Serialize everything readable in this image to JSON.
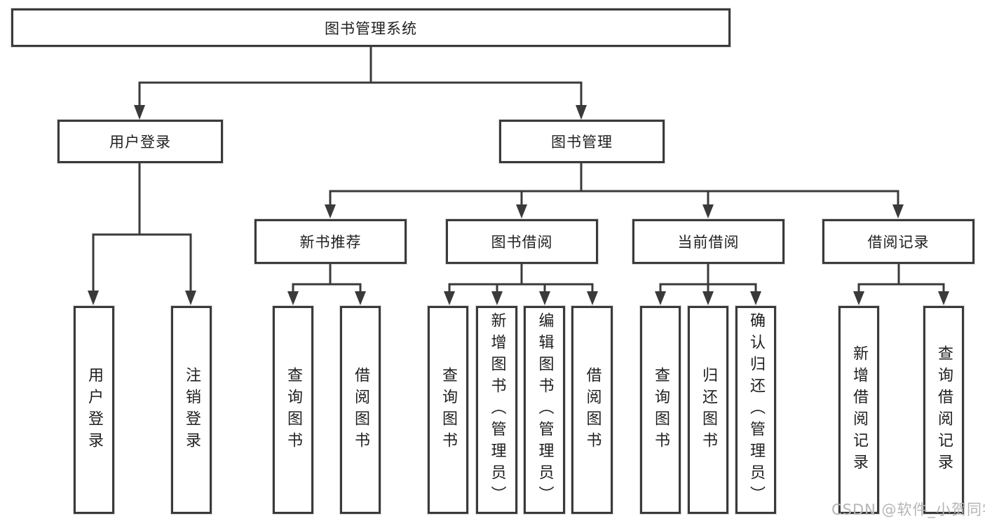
{
  "diagram": {
    "root": {
      "label": "图书管理系统"
    },
    "level2": [
      {
        "label": "用户登录"
      },
      {
        "label": "图书管理"
      }
    ],
    "level3": [
      {
        "label": "新书推荐"
      },
      {
        "label": "图书借阅"
      },
      {
        "label": "当前借阅"
      },
      {
        "label": "借阅记录"
      }
    ],
    "leaves": [
      {
        "label": "用户登录"
      },
      {
        "label": "注销登录"
      },
      {
        "label": "查询图书"
      },
      {
        "label": "借阅图书"
      },
      {
        "label": "查询图书"
      },
      {
        "label": "新增图书（管理员）"
      },
      {
        "label": "编辑图书（管理员）"
      },
      {
        "label": "借阅图书"
      },
      {
        "label": "查询图书"
      },
      {
        "label": "归还图书"
      },
      {
        "label": "确认归还（管理员）"
      },
      {
        "label": "新增借阅记录"
      },
      {
        "label": "查询借阅记录"
      }
    ]
  },
  "watermark": {
    "text": "CSDN @软件_小贺同学"
  },
  "colors": {
    "line": "#3a3a3a",
    "border": "#3a3a3a",
    "text": "#1f1f1f",
    "watermark": "#b5b5b5",
    "background": "#ffffff"
  }
}
